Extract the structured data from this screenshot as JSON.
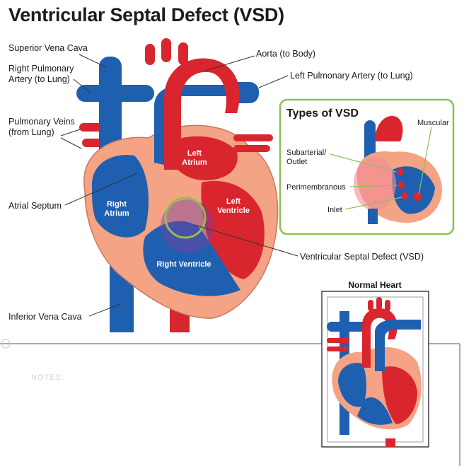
{
  "title": "Ventricular Septal Defect (VSD)",
  "labels": {
    "superior_vena_cava": "Superior Vena Cava",
    "right_pulmonary_artery_1": "Right Pulmonary",
    "right_pulmonary_artery_2": "Artery (to Lung)",
    "pulmonary_veins_1": "Pulmonary Veins",
    "pulmonary_veins_2": "(from Lung)",
    "atrial_septum": "Atrial Septum",
    "inferior_vena_cava": "Inferior Vena Cava",
    "aorta": "Aorta (to Body)",
    "left_pulmonary_artery": "Left Pulmonary Artery (to Lung)",
    "vsd": "Ventricular Septal Defect (VSD)"
  },
  "chambers": {
    "left_atrium_1": "Left",
    "left_atrium_2": "Atrium",
    "right_atrium_1": "Right",
    "right_atrium_2": "Atrium",
    "left_ventricle_1": "Left",
    "left_ventricle_2": "Ventricle",
    "right_ventricle": "Right Ventricle"
  },
  "types_box": {
    "title": "Types of VSD",
    "muscular": "Muscular",
    "subarterial_1": "Subarterial/",
    "subarterial_2": "Outlet",
    "perimembranous": "Perimembranous",
    "inlet": "Inlet"
  },
  "normal_heart": {
    "title": "Normal Heart"
  },
  "notes": "NOTES:",
  "colors": {
    "red": "#d9262e",
    "dark_red": "#9e1b22",
    "blue": "#1f5fb0",
    "dark_blue": "#123f80",
    "muscle": "#f4a384",
    "green": "#8cc152"
  }
}
